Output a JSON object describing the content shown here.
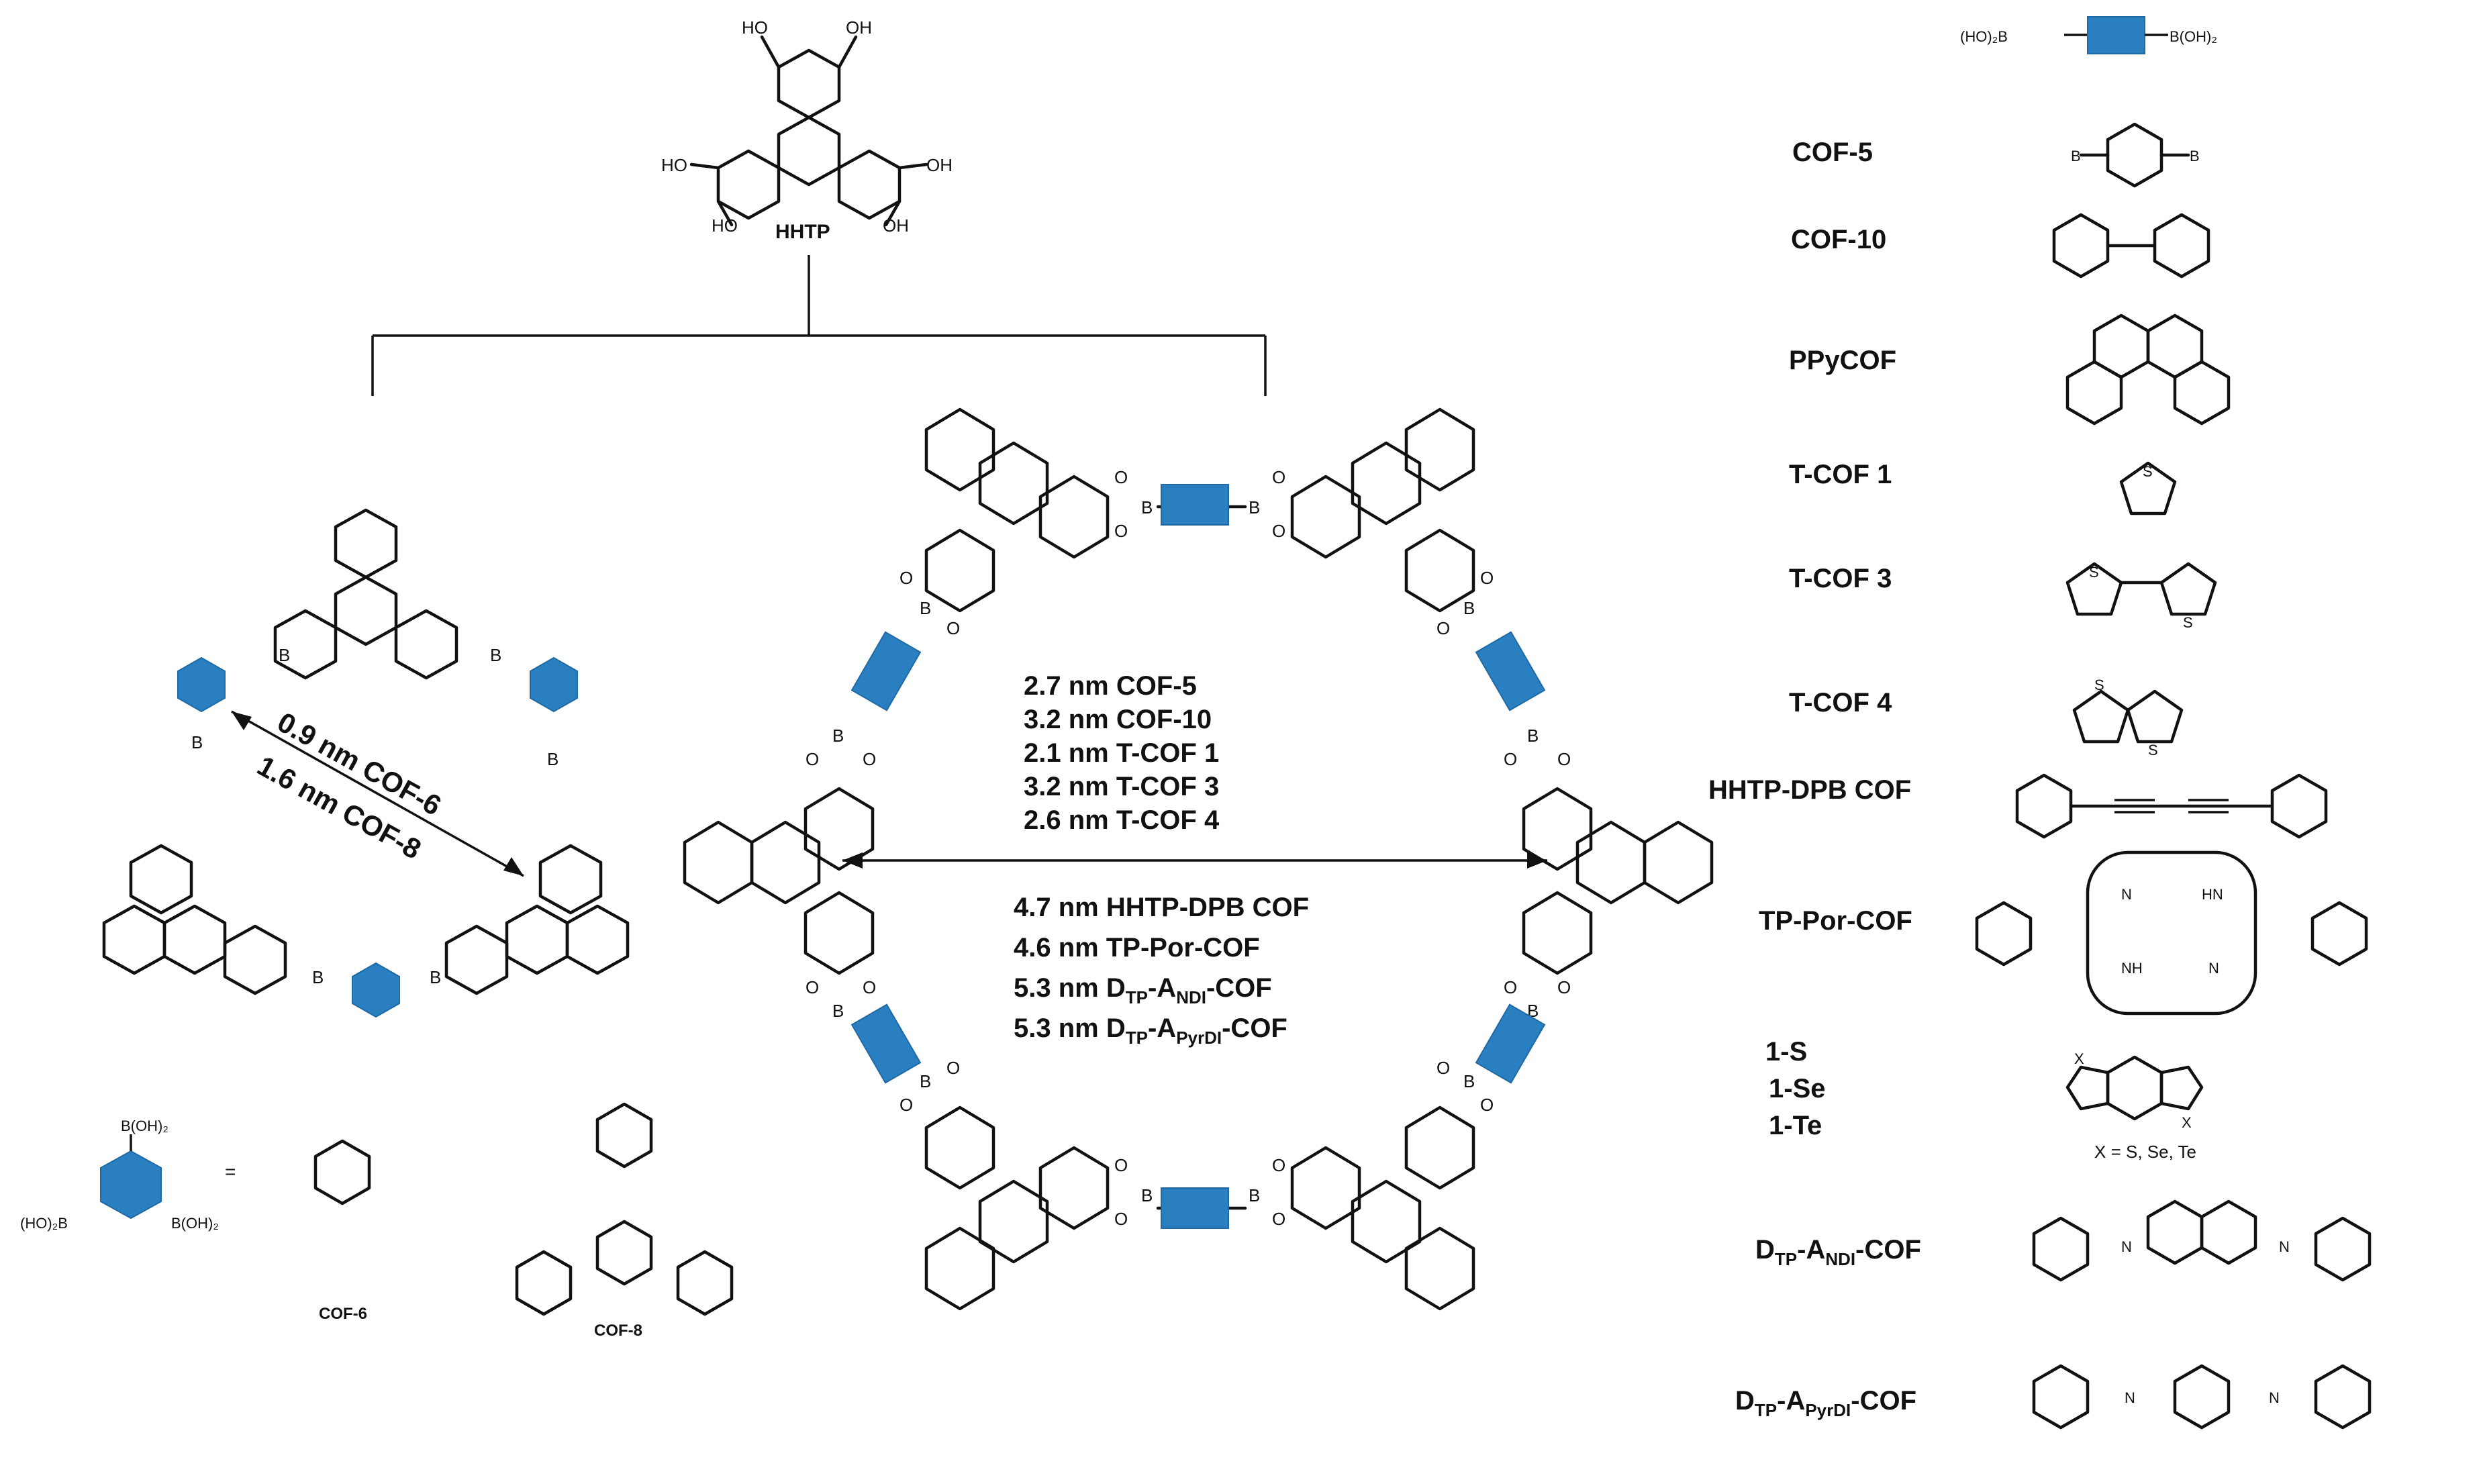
{
  "center_monomer": {
    "name": "HHTP",
    "hydroxyls": [
      "HO",
      "OH",
      "HO",
      "OH",
      "HO",
      "OH"
    ]
  },
  "hex_pore": {
    "distances": [
      {
        "value": "2.7 nm",
        "cof": "COF-5"
      },
      {
        "value": "3.2 nm",
        "cof": "COF-10"
      },
      {
        "value": "2.1 nm",
        "cof": "T-COF 1"
      },
      {
        "value": "3.2 nm",
        "cof": "T-COF 3"
      },
      {
        "value": "2.6 nm",
        "cof": "T-COF 4"
      }
    ],
    "distances2": [
      {
        "value": "4.7 nm",
        "cof": "HHTP-DPB COF"
      },
      {
        "value": "4.6 nm",
        "cof": "TP-Por-COF"
      },
      {
        "value": "5.3 nm",
        "pre": "D",
        "sub1": "TP",
        "mid": "-A",
        "sub2": "NDI",
        "post": "-COF"
      },
      {
        "value": "5.3 nm",
        "pre": "D",
        "sub1": "TP",
        "mid": "-A",
        "sub2": "PyrDI",
        "post": "-COF"
      }
    ]
  },
  "small_pore": {
    "lines": [
      "0.9 nm COF-6",
      "1.6 nm COF-8"
    ]
  },
  "tritopic_legend": {
    "b_top": "B(OH)₂",
    "b_left": "(HO)₂B",
    "b_right": "B(OH)₂",
    "equals": "=",
    "cof6": "COF-6",
    "cof8": "COF-8"
  },
  "linker_header": {
    "left": "(HO)₂B",
    "right": "B(OH)₂"
  },
  "linkers": [
    {
      "name": "COF-5"
    },
    {
      "name": "COF-10"
    },
    {
      "name": "PPyCOF"
    },
    {
      "name": "T-COF 1"
    },
    {
      "name": "T-COF 3"
    },
    {
      "name": "T-COF 4"
    },
    {
      "name": "HHTP-DPB COF"
    },
    {
      "name": "TP-Por-COF"
    },
    {
      "name": "1-S"
    },
    {
      "name": "1-Se"
    },
    {
      "name": "1-Te"
    }
  ],
  "x_note": "X = S, Se, Te",
  "dtp_ndi": {
    "pre": "D",
    "sub1": "TP",
    "mid": "-A",
    "sub2": "NDI",
    "post": "-COF"
  },
  "dtp_pyrdi": {
    "pre": "D",
    "sub1": "TP",
    "mid": "-A",
    "sub2": "PyrDI",
    "post": "-COF"
  },
  "atoms": {
    "B": "B",
    "O": "O",
    "S": "S",
    "X": "X",
    "N": "N",
    "NH": "NH",
    "HN": "HN",
    "HO": "HO",
    "OH": "OH"
  },
  "colors": {
    "linker_block": "#2a7fc0",
    "ink": "#111111"
  }
}
